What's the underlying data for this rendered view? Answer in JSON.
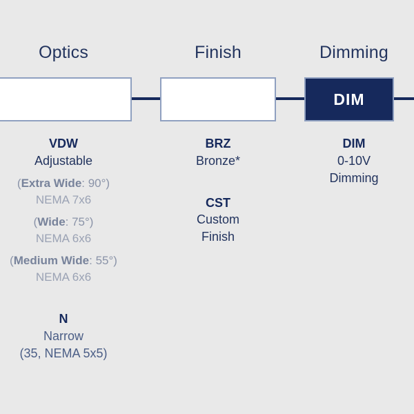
{
  "background_color": "#e9e9e9",
  "accent_navy": "#16295c",
  "border_blue": "#8fa0c0",
  "muted_gray": "#8a93a8",
  "columns": [
    {
      "id": "optics",
      "header": "Optics",
      "box_label": "",
      "box_filled": false,
      "groups": [
        {
          "code": "VDW",
          "desc": "Adjustable",
          "desc_style": "normal",
          "subs": [
            {
              "open": "(",
              "strong": "Extra Wide",
              "rest": ": 90°)",
              "nema": "NEMA 7x6"
            },
            {
              "open": "(",
              "strong": "Wide",
              "rest": ": 75°)",
              "nema": "NEMA 6x6"
            },
            {
              "open": "(",
              "strong": "Medium Wide",
              "rest": ": 55°)",
              "nema": "NEMA 6x6"
            }
          ]
        },
        {
          "code": "N",
          "desc": "Narrow",
          "desc_style": "muted-mid",
          "detail": "(35, NEMA 5x5)"
        }
      ]
    },
    {
      "id": "finish",
      "header": "Finish",
      "box_label": "",
      "box_filled": false,
      "groups": [
        {
          "code": "BRZ",
          "desc": "Bronze*",
          "desc_style": "normal"
        },
        {
          "code": "CST",
          "desc": "Custom",
          "desc2": "Finish",
          "desc_style": "normal"
        }
      ]
    },
    {
      "id": "dimming",
      "header": "Dimming",
      "box_label": "DIM",
      "box_filled": true,
      "groups": [
        {
          "code": "DIM",
          "desc": "0-10V",
          "desc2": "Dimming",
          "desc_style": "normal"
        }
      ]
    }
  ]
}
